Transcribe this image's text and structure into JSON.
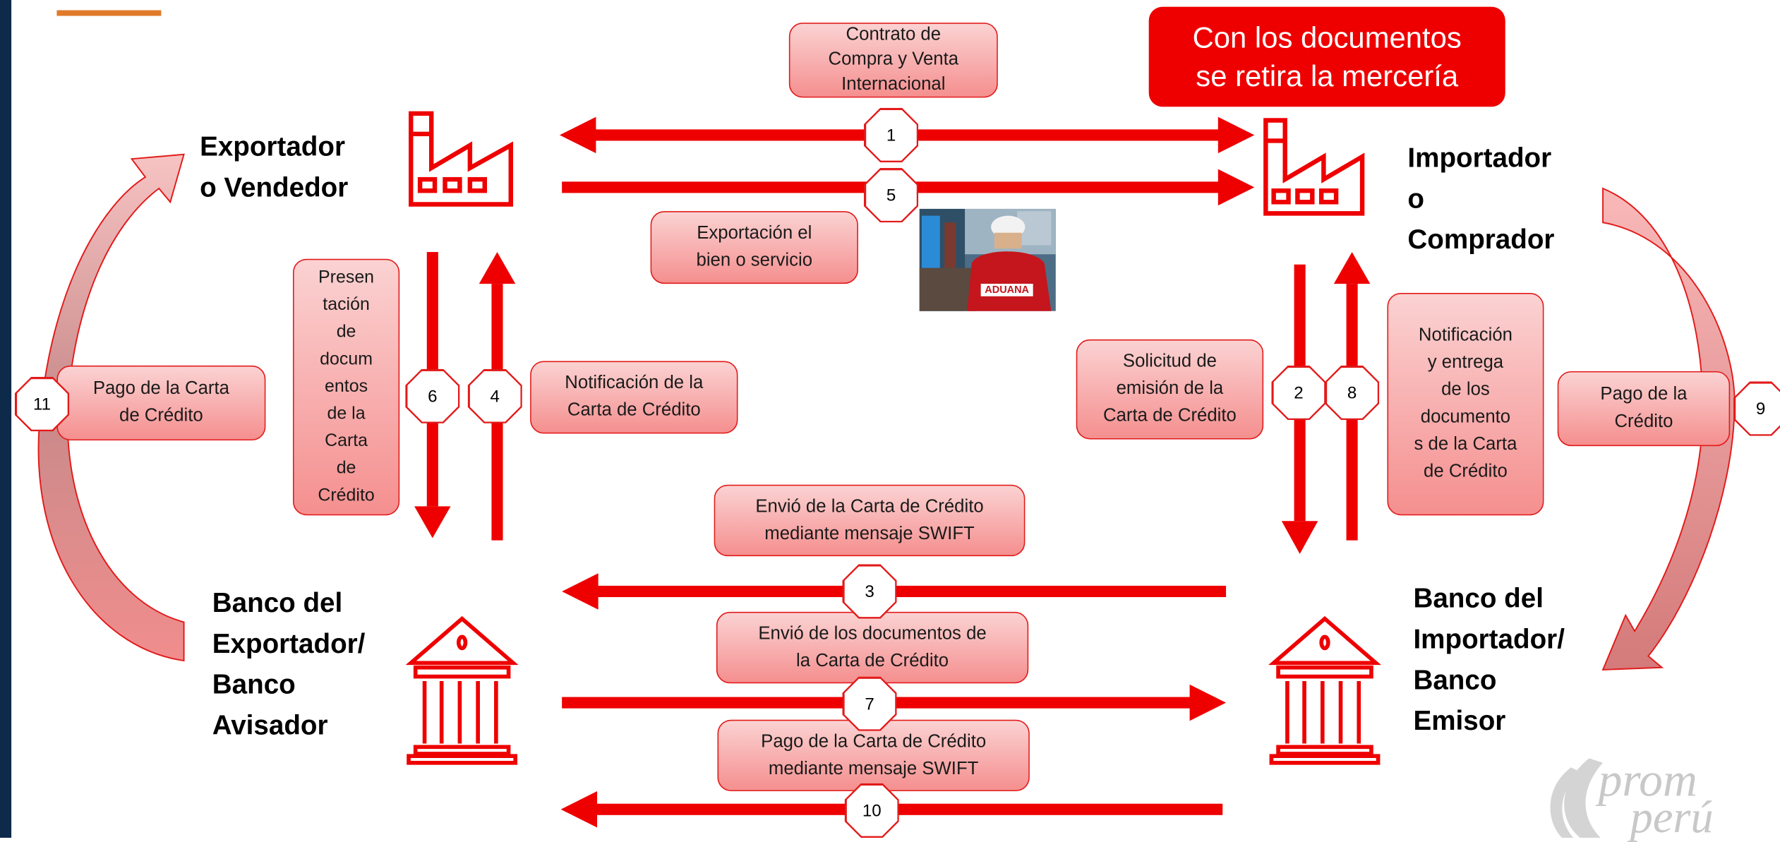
{
  "actors": {
    "exporter": "Exportador\no Vendedor",
    "importer": "Importador\no\nComprador",
    "exporter_bank": "Banco del\nExportador/\nBanco\nAvisador",
    "importer_bank": "Banco del\nImportador/\nBanco\nEmisor"
  },
  "headline": "Con los documentos\nse retira la mercería",
  "boxes": {
    "contract": "Contrato de\nCompra y Venta\nInternacional",
    "export_goods": "Exportación el\nbien o servicio",
    "presentation": "Presen\ntación\nde\ndocum\nentos\nde la\nCarta\nde\nCrédito",
    "notification_lc": "Notificación de la\nCarta de Crédito",
    "payment_lc_left": "Pago de la Carta\nde Crédito",
    "issue_request": "Solicitud de\nemisión de la\nCarta de Crédito",
    "notify_deliver": "Notificación\ny entrega\nde los\ndocumento\ns de la Carta\nde Crédito",
    "payment_credit_right": "Pago de la\nCrédito",
    "swift_send": "Envió de la Carta de Crédito\nmediante mensaje SWIFT",
    "docs_send": "Envió de los documentos de\nla Carta de Crédito",
    "swift_payment": "Pago de la Carta de Crédito\nmediante mensaje SWIFT"
  },
  "steps": {
    "s1": "1",
    "s2": "2",
    "s3": "3",
    "s4": "4",
    "s5": "5",
    "s6": "6",
    "s7": "7",
    "s8": "8",
    "s9": "9",
    "s10": "10",
    "s11": "11"
  },
  "photo": {
    "label": "ADUANA"
  },
  "logo": {
    "line1": "prom",
    "line2": "perú"
  },
  "colors": {
    "arrow": "#ee0000",
    "box_top": "#fbd2d2",
    "box_bottom": "#f58f8f",
    "sidebar": "#0d2a4a",
    "accent": "#e07a2a"
  },
  "icons": [
    "factory-icon",
    "bank-icon",
    "curved-arrow-icon"
  ]
}
